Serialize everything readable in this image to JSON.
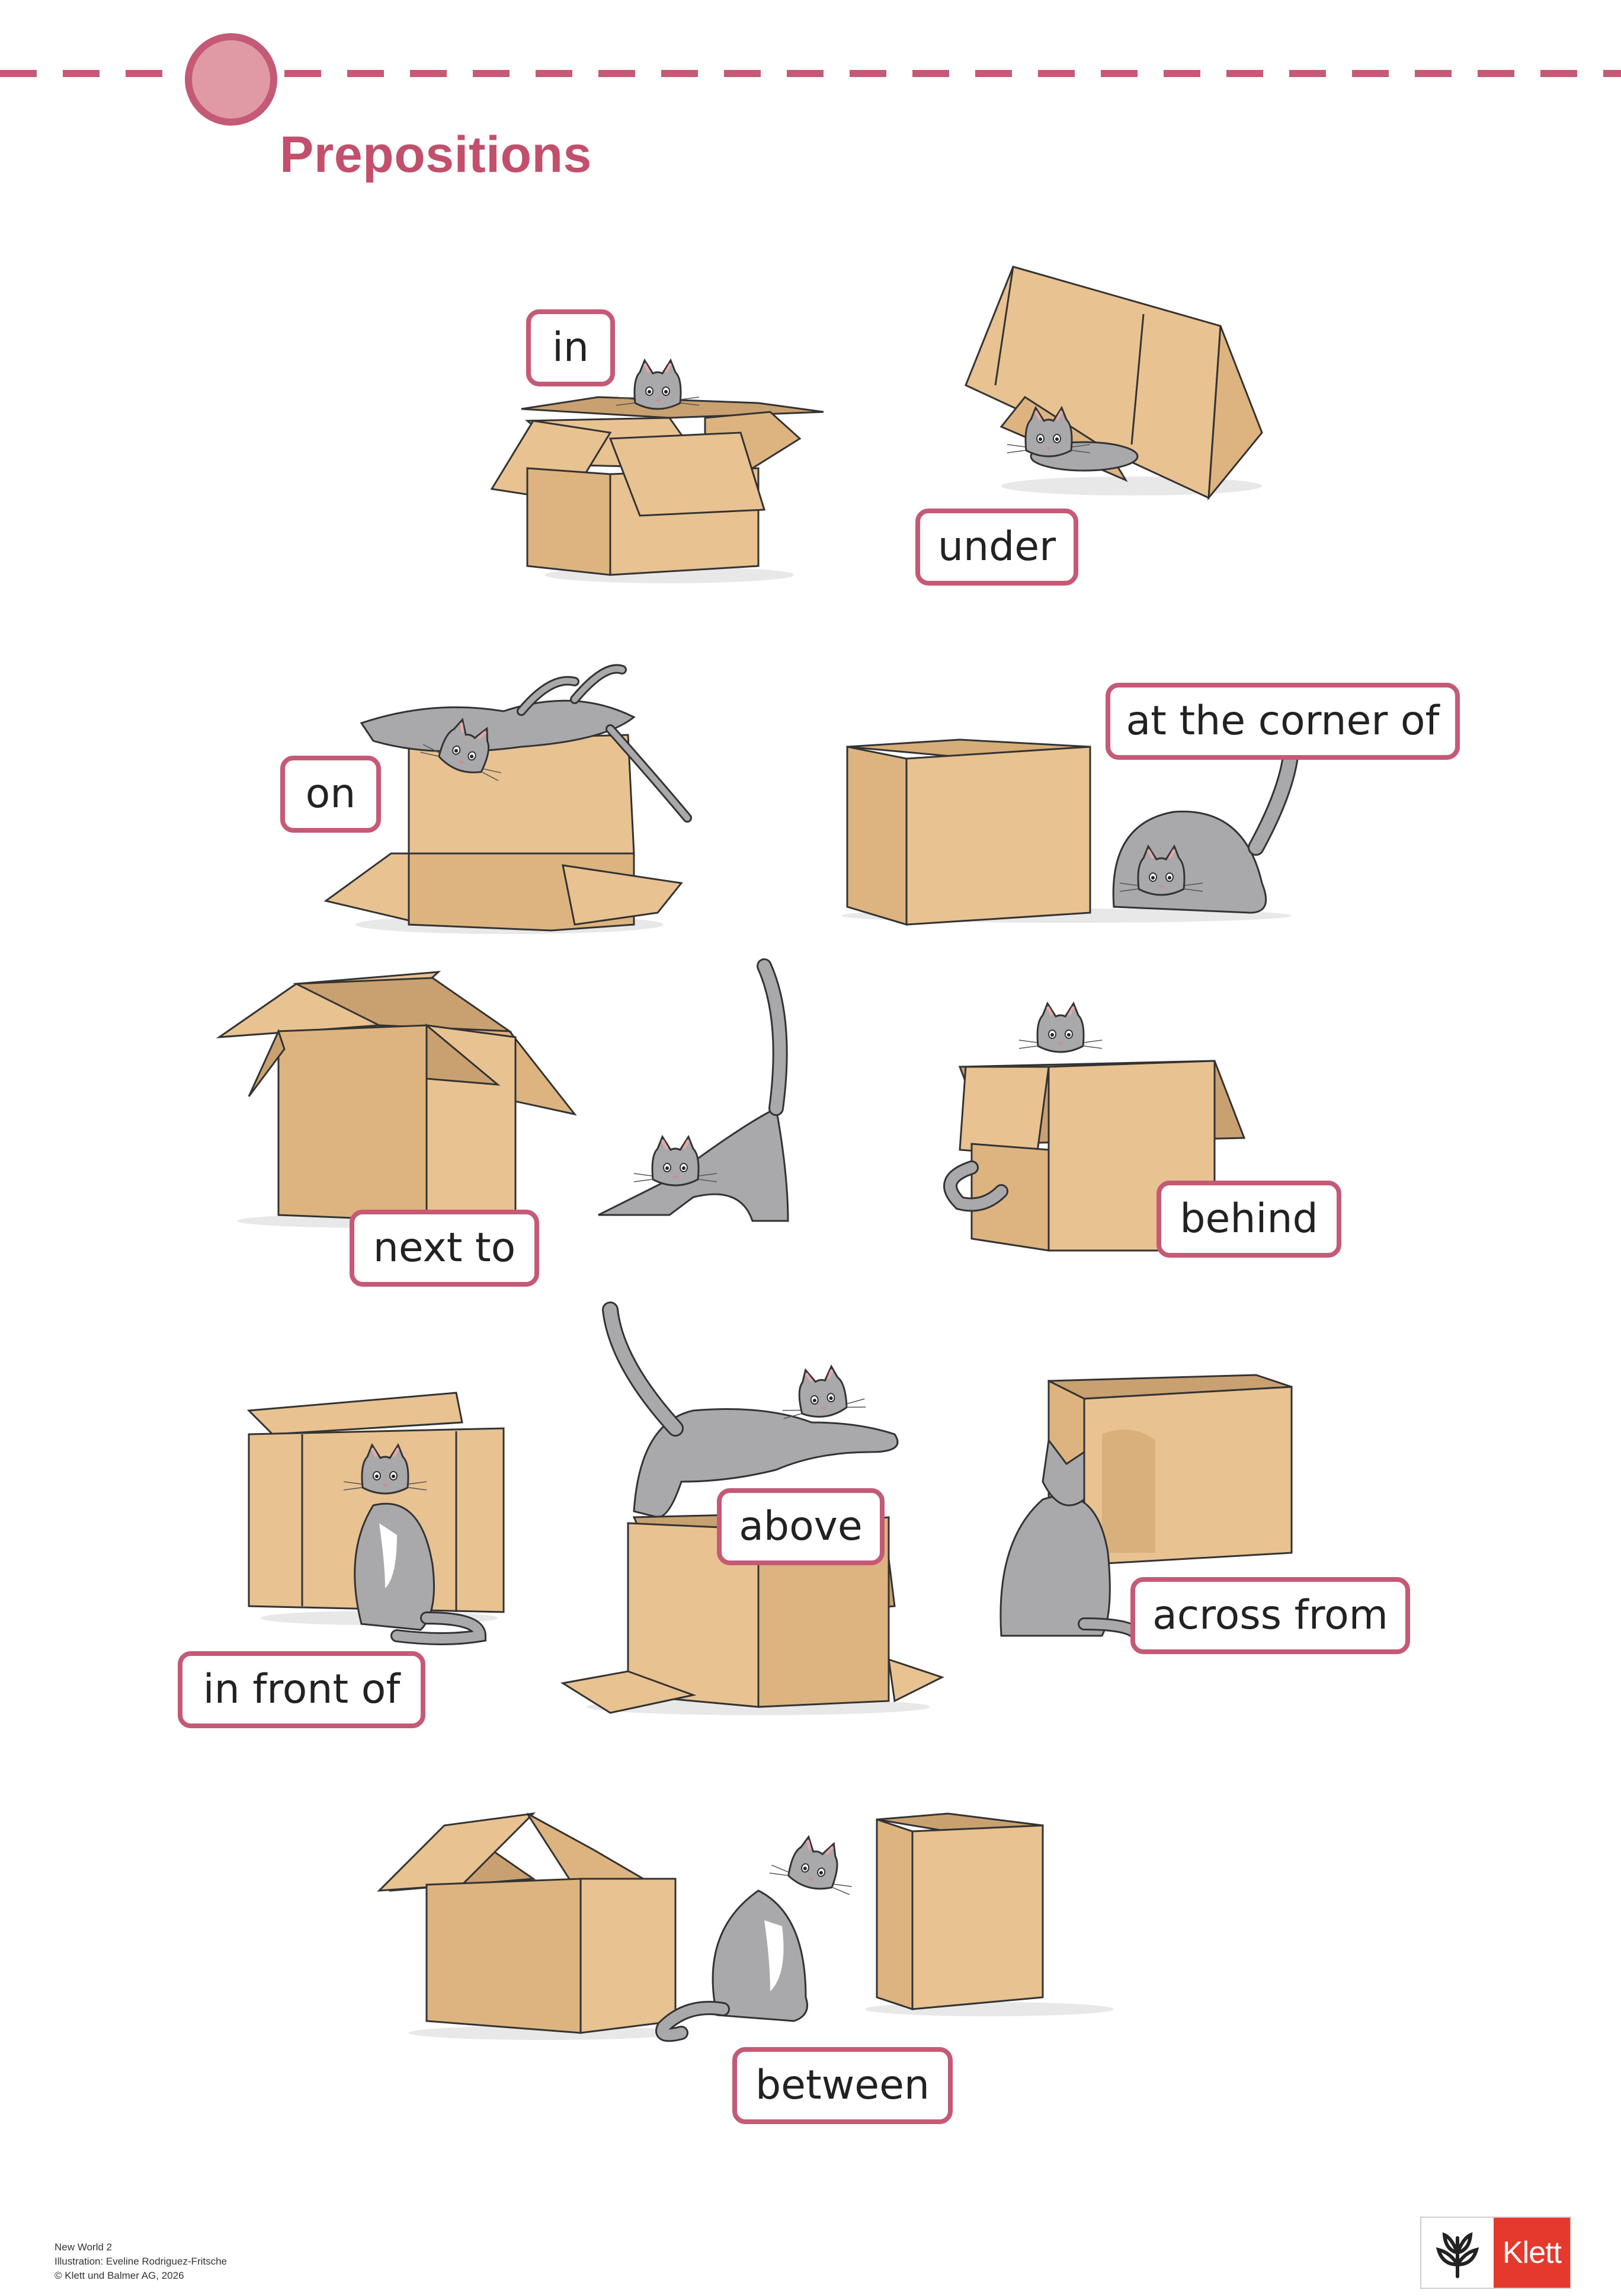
{
  "page": {
    "title": "Prepositions",
    "accent_color": "#c2506c",
    "label_border_color": "#c45a75",
    "box_color": "#e8c291",
    "cat_color": "#a9a9ab"
  },
  "labels": {
    "in": "in",
    "under": "under",
    "on": "on",
    "at_the_corner_of": "at the corner of",
    "next_to": "next to",
    "behind": "behind",
    "in_front_of": "in front of",
    "above": "above",
    "across_from": "across from",
    "between": "between"
  },
  "footer": {
    "line1": "New World 2",
    "line2": "Illustration: Eveline Rodriguez-Fritsche",
    "line3": "© Klett und Balmer AG, 2026",
    "logo_text": "Klett",
    "logo_icon": "klett-plant-icon"
  }
}
